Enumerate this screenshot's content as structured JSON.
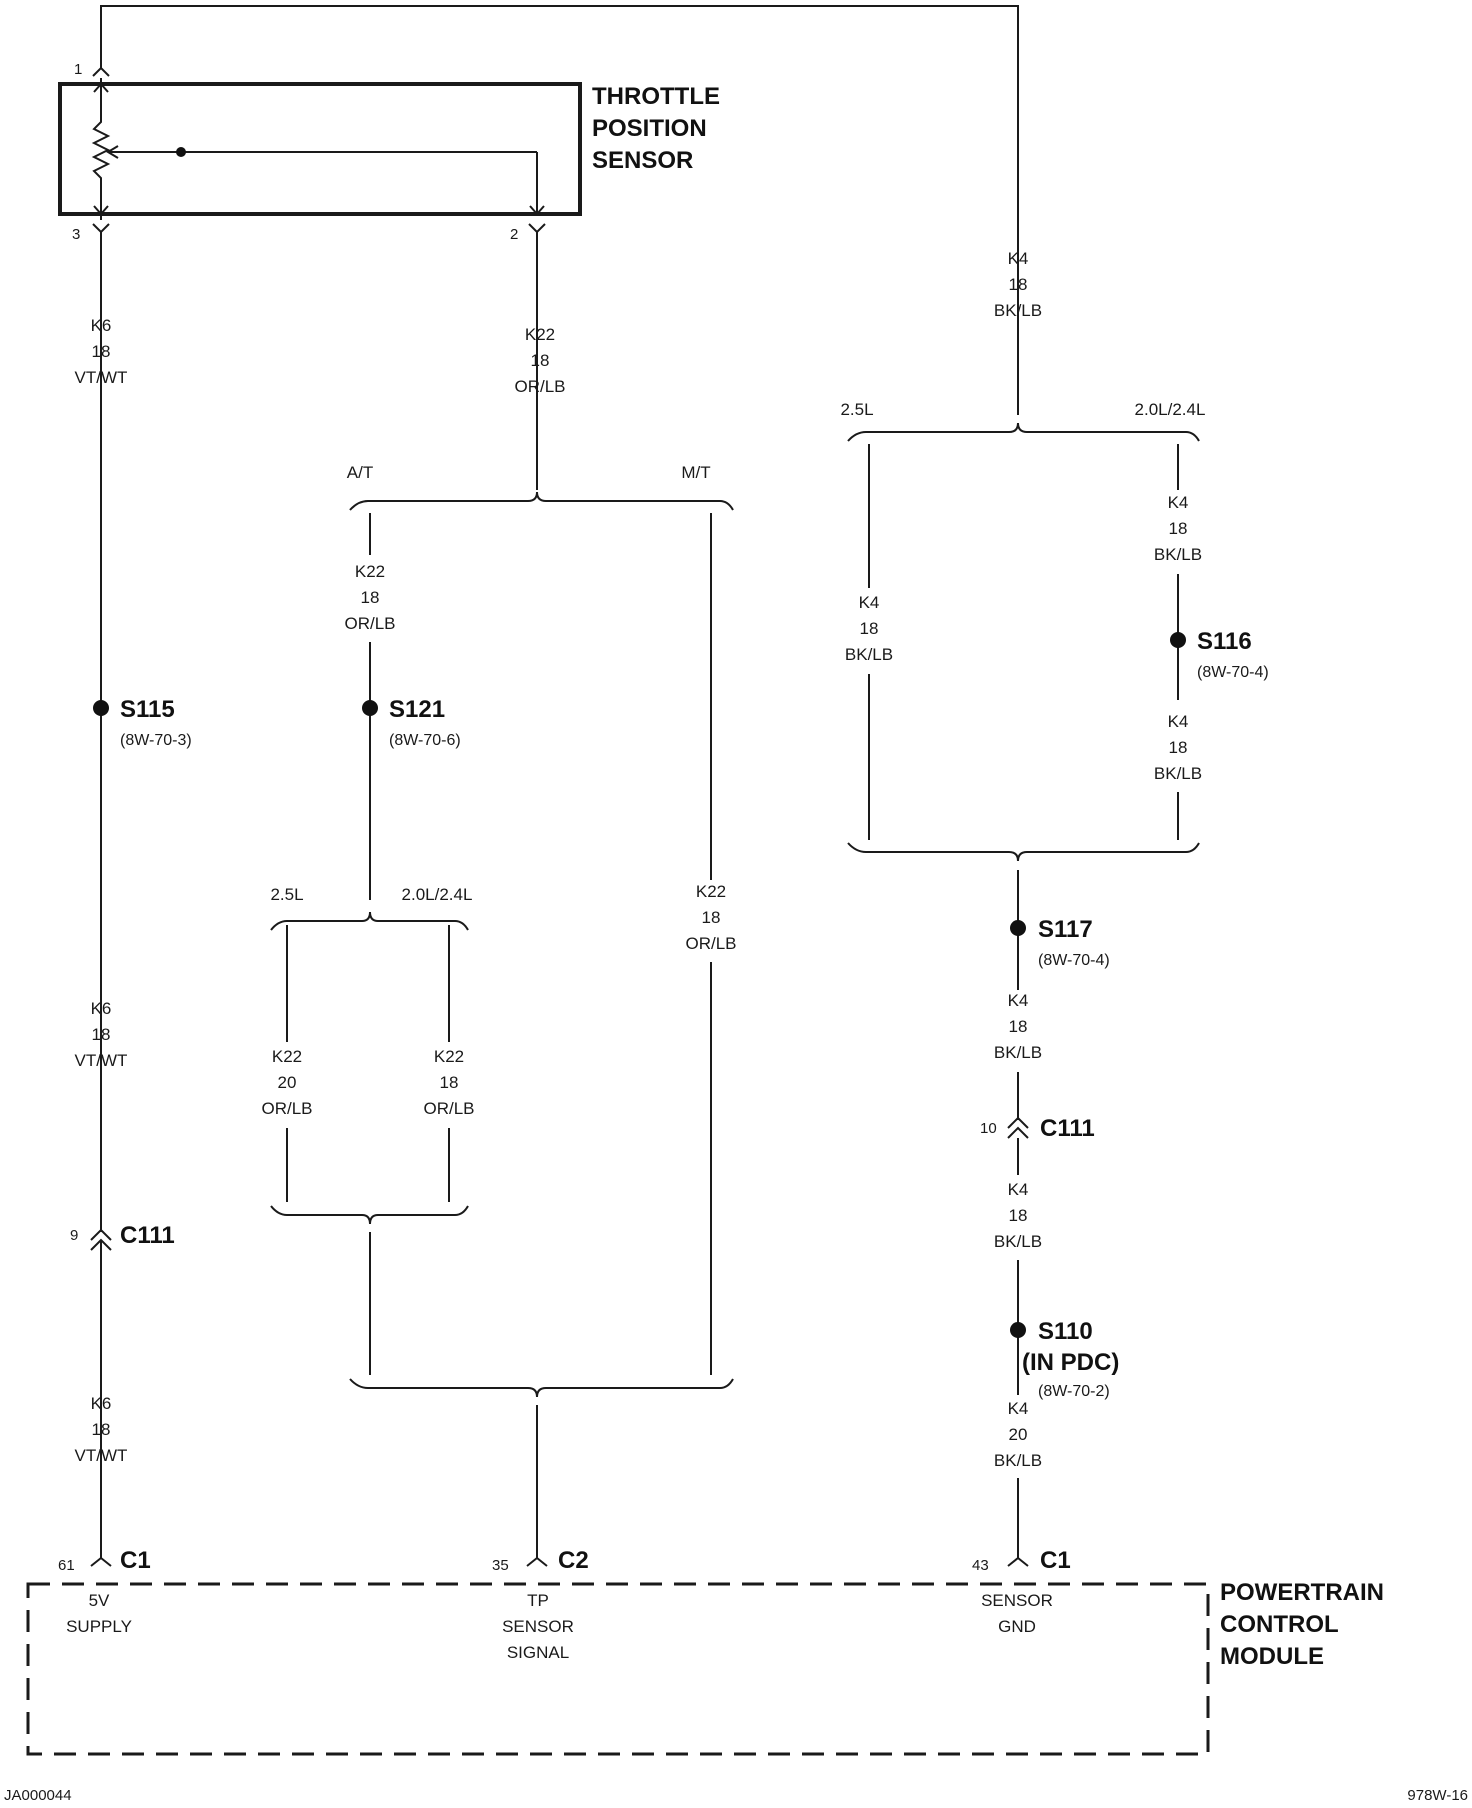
{
  "components": {
    "tps": [
      "THROTTLE",
      "POSITION",
      "SENSOR"
    ],
    "pcm": [
      "POWERTRAIN",
      "CONTROL",
      "MODULE"
    ]
  },
  "pins": {
    "tps_1": "1",
    "tps_2": "2",
    "tps_3": "3",
    "c111_k6": "9",
    "c111_k4": "10",
    "pcm_61": "61",
    "pcm_35": "35",
    "pcm_43": "43"
  },
  "connectors": {
    "c111_left": "C111",
    "c111_right": "C111",
    "pcm_c1_left": "C1",
    "pcm_c2": "C2",
    "pcm_c1_right": "C1"
  },
  "wires": {
    "k6_top": [
      "K6",
      "18",
      "VT/WT"
    ],
    "k6_mid": [
      "K6",
      "18",
      "VT/WT"
    ],
    "k6_bot": [
      "K6",
      "18",
      "VT/WT"
    ],
    "k22_top": [
      "K22",
      "18",
      "OR/LB"
    ],
    "k22_at": [
      "K22",
      "18",
      "OR/LB"
    ],
    "k22_25": [
      "K22",
      "20",
      "OR/LB"
    ],
    "k22_20": [
      "K22",
      "18",
      "OR/LB"
    ],
    "k22_mt": [
      "K22",
      "18",
      "OR/LB"
    ],
    "k4_top": [
      "K4",
      "18",
      "BK/LB"
    ],
    "k4_25": [
      "K4",
      "18",
      "BK/LB"
    ],
    "k4_20a": [
      "K4",
      "18",
      "BK/LB"
    ],
    "k4_20b": [
      "K4",
      "18",
      "BK/LB"
    ],
    "k4_s117": [
      "K4",
      "18",
      "BK/LB"
    ],
    "k4_c111": [
      "K4",
      "18",
      "BK/LB"
    ],
    "k4_bot": [
      "K4",
      "20",
      "BK/LB"
    ]
  },
  "splices": {
    "s115": {
      "name": "S115",
      "ref": "(8W-70-3)"
    },
    "s121": {
      "name": "S121",
      "ref": "(8W-70-6)"
    },
    "s116": {
      "name": "S116",
      "ref": "(8W-70-4)"
    },
    "s117": {
      "name": "S117",
      "ref": "(8W-70-4)"
    },
    "s110": {
      "name": "S110",
      "sub": "(IN PDC)",
      "ref": "(8W-70-2)"
    }
  },
  "options": {
    "at": "A/T",
    "mt": "M/T",
    "k22_25": "2.5L",
    "k22_20": "2.0L/2.4L",
    "k4_25": "2.5L",
    "k4_20": "2.0L/2.4L"
  },
  "terminals": {
    "t61": [
      "5V",
      "SUPPLY"
    ],
    "t35": [
      "TP",
      "SENSOR",
      "SIGNAL"
    ],
    "t43": [
      "SENSOR",
      "GND"
    ]
  },
  "footer": {
    "left": "JA000044",
    "right": "978W-16"
  }
}
